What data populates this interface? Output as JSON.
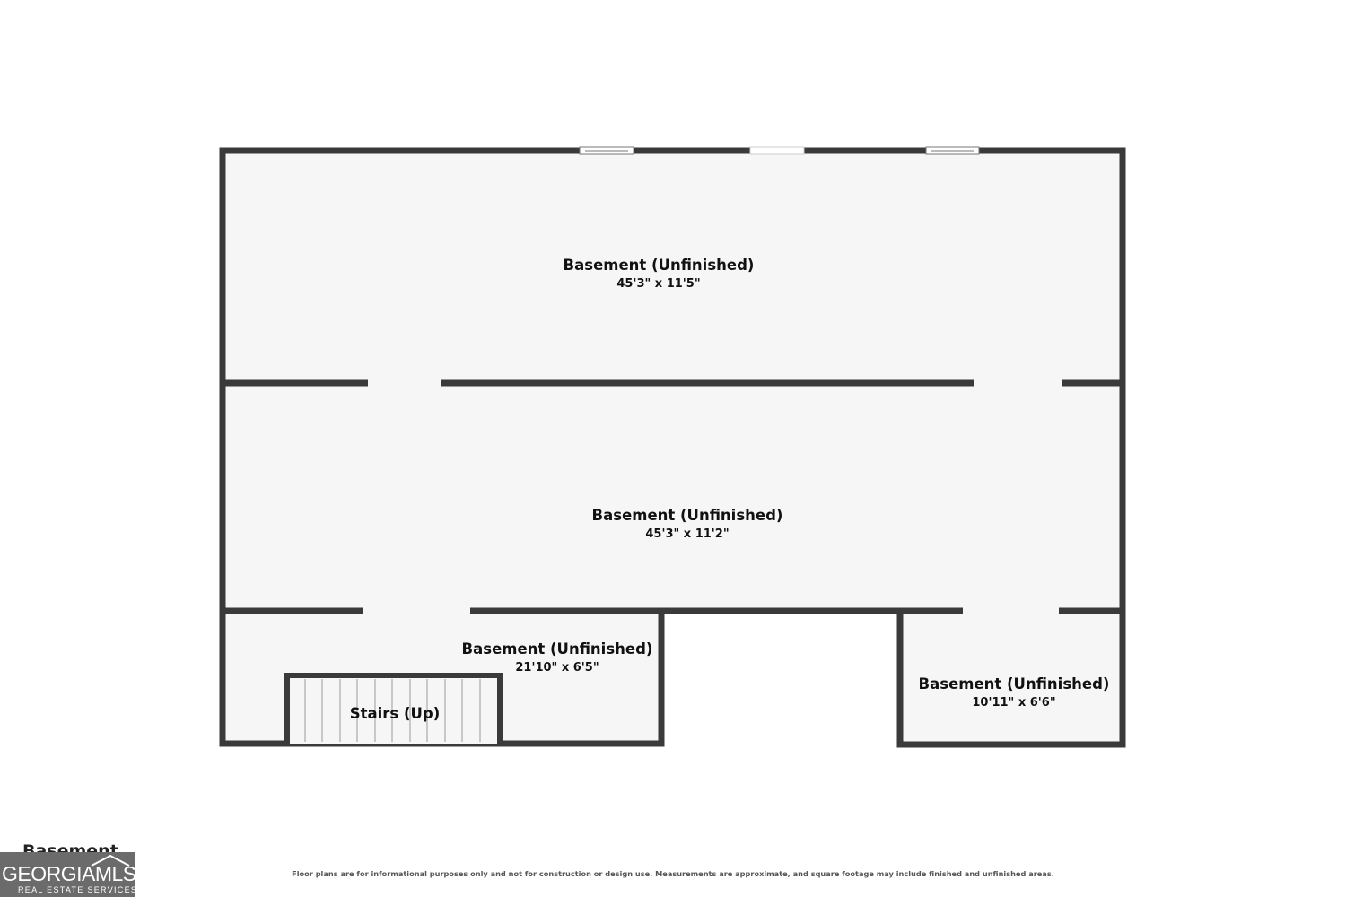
{
  "rooms": [
    {
      "name": "Basement (Unfinished)",
      "dimensions": "45'3\" x 11'5\""
    },
    {
      "name": "Basement (Unfinished)",
      "dimensions": "45'3\" x 11'2\""
    },
    {
      "name": "Basement (Unfinished)",
      "dimensions": "21'10\" x 6'5\""
    },
    {
      "name": "Basement (Unfinished)",
      "dimensions": "10'11\" x 6'6\""
    },
    {
      "name": "Stairs (Up)"
    }
  ],
  "floor_label": "Basement",
  "logo": {
    "main": "GEORGIAMLS",
    "sub": "REAL ESTATE SERVICES"
  },
  "disclaimer": "Floor plans are for informational purposes only and not for construction or design use. Measurements are approximate, and square footage may include finished and unfinished areas.",
  "colors": {
    "wall": "#3a3a3a",
    "floor": "#f6f6f6",
    "logo_bg": "#6b6b6b"
  }
}
